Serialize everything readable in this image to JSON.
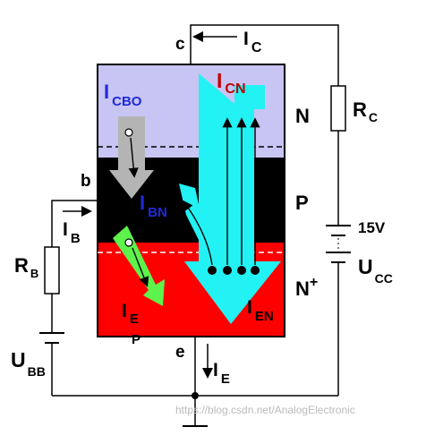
{
  "regions": {
    "collector": {
      "label": "N",
      "color": "#c8c4f4"
    },
    "base": {
      "label": "P",
      "color": "#000000"
    },
    "emitter": {
      "label": "N",
      "label_sup": "+",
      "color": "#ff0000"
    }
  },
  "terminals": {
    "collector": "c",
    "base": "b",
    "emitter": "e"
  },
  "currents": {
    "I_C": {
      "main": "I",
      "sub": "C"
    },
    "I_CN": {
      "main": "I",
      "sub": "CN",
      "color": "#c00000"
    },
    "I_CBO": {
      "main": "I",
      "sub": "CBO",
      "color": "#1e2ad8"
    },
    "I_BN": {
      "main": "I",
      "sub": "BN",
      "color": "#1e2ad8"
    },
    "I_B": {
      "main": "I",
      "sub": "B"
    },
    "I_EP": {
      "main": "I",
      "sub": "E",
      "sub2": "P"
    },
    "I_EN": {
      "main": "I",
      "sub": "EN"
    },
    "I_E": {
      "main": "I",
      "sub": "E"
    }
  },
  "components": {
    "R_C": {
      "main": "R",
      "sub": "C"
    },
    "R_B": {
      "main": "R",
      "sub": "B"
    },
    "U_CC": {
      "main": "U",
      "sub": "CC",
      "value": "15V"
    },
    "U_BB": {
      "main": "U",
      "sub": "BB"
    }
  },
  "arrow_colors": {
    "cyan": "#22f2f4",
    "green": "#5ef24c",
    "gray": "#b4b4b4"
  },
  "watermark": "https://blog.csdn.net/AnalogElectronic"
}
